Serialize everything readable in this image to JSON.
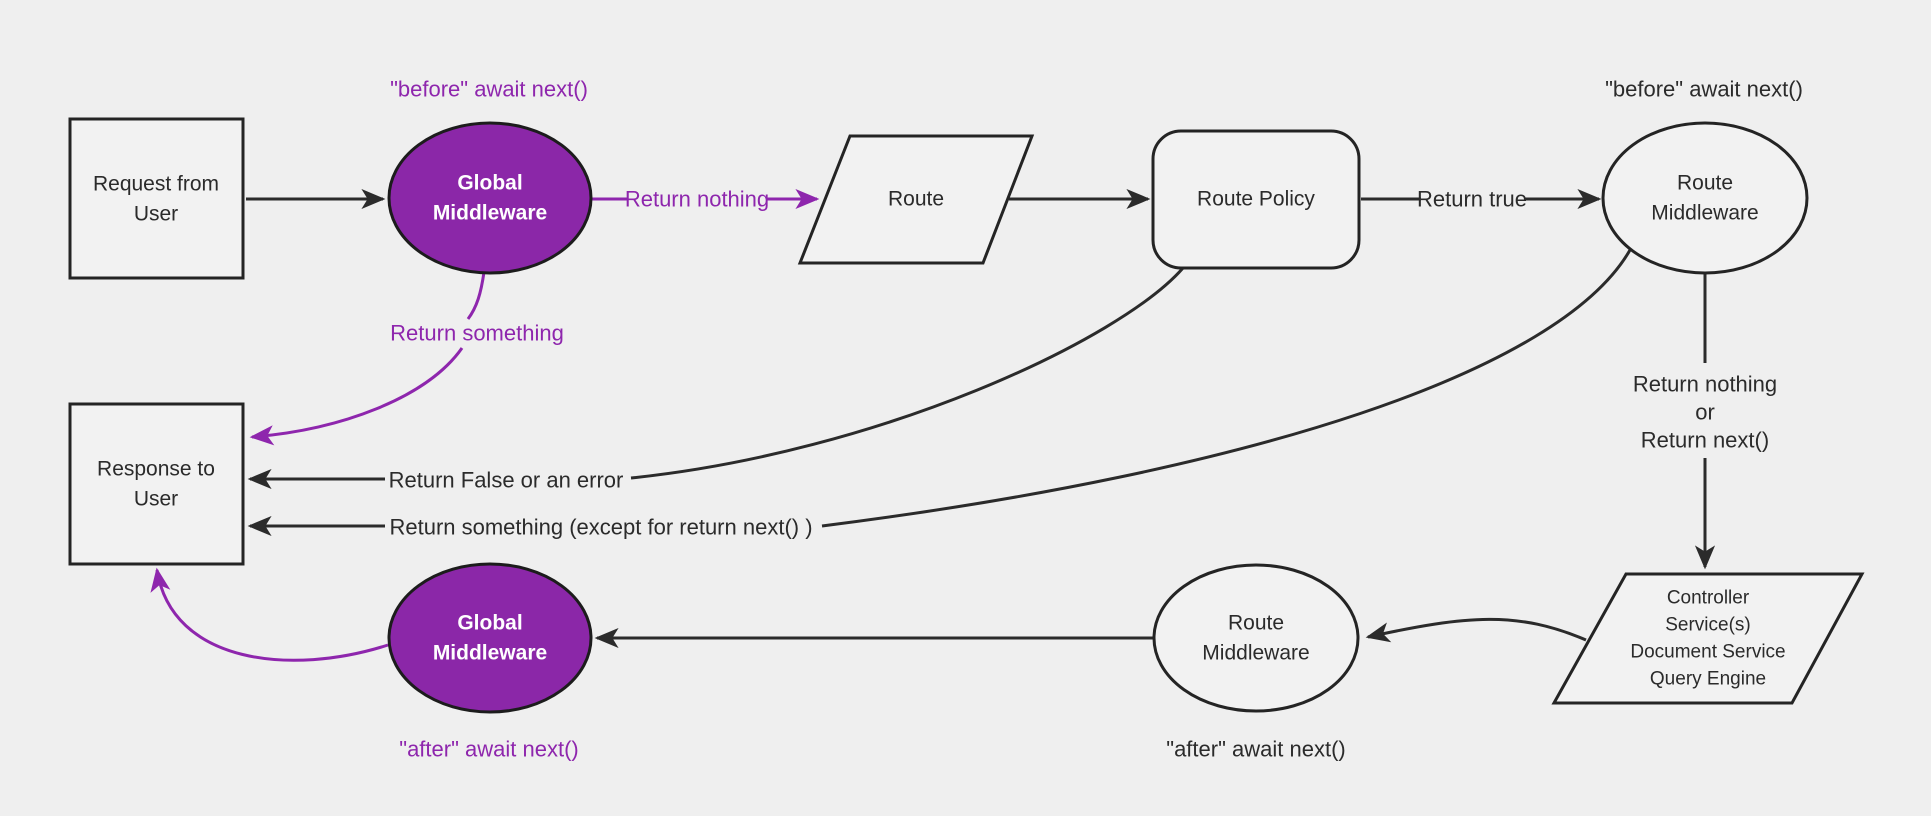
{
  "diagram": {
    "colors": {
      "background": "#efefef",
      "node_fill": "#f2f2f2",
      "node_stroke": "#242424",
      "purple_fill": "#8b27a8",
      "purple_line": "#8e26ad",
      "dark_text": "#2b2b2b",
      "light_text": "#ffffff"
    },
    "nodes": {
      "request": {
        "line1": "Request from",
        "line2": "User"
      },
      "global_middleware_top": {
        "line1": "Global",
        "line2": "Middleware"
      },
      "route": {
        "label": "Route"
      },
      "route_policy": {
        "label": "Route Policy"
      },
      "route_middleware_top": {
        "line1": "Route",
        "line2": "Middleware"
      },
      "controllers": {
        "line1": "Controller",
        "line2": "Service(s)",
        "line3": "Document Service",
        "line4": "Query Engine"
      },
      "route_middleware_bottom": {
        "line1": "Route",
        "line2": "Middleware"
      },
      "global_middleware_bottom": {
        "line1": "Global",
        "line2": "Middleware"
      },
      "response": {
        "line1": "Response to",
        "line2": "User"
      }
    },
    "edge_labels": {
      "before_await_next_global": "\"before\" await next()",
      "before_await_next_route": "\"before\" await next()",
      "return_nothing": "Return nothing",
      "return_true": "Return true",
      "return_something": "Return something",
      "return_nothing_or_line1": "Return nothing",
      "return_nothing_or_line2": "or",
      "return_nothing_or_line3": "Return next()",
      "return_false_or_error": "Return False or an error",
      "return_something_except": "Return something (except for return next() )",
      "after_await_next_route": "\"after\" await next()",
      "after_await_next_global": "\"after\" await next()"
    }
  }
}
